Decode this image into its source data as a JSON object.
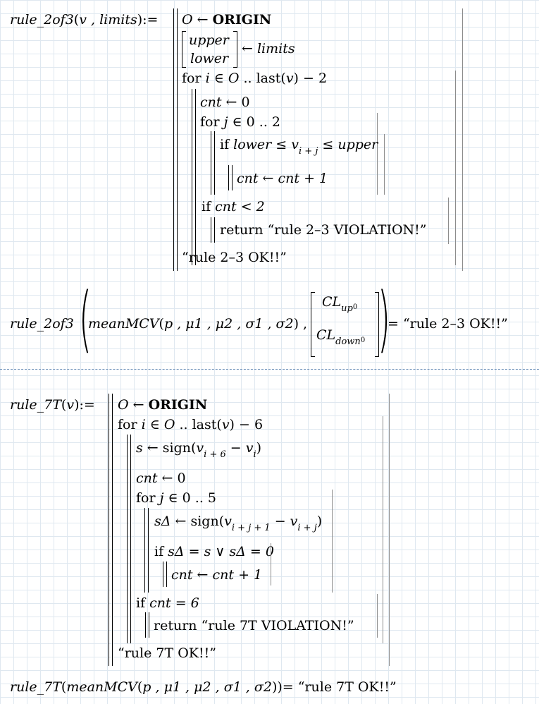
{
  "r23": {
    "fname": "rule_2of3",
    "params": "v , limits",
    "assign": ":=",
    "origin": "ORIGIN",
    "upper": "upper",
    "lower": "lower",
    "limits": "limits",
    "last_v": "last",
    "minus2": "− 2",
    "cnt0": "0",
    "range_j": "0 .. 2",
    "if_kw": "if",
    "for_kw": "for",
    "cnt_plus": "cnt + 1",
    "cnt_lt": "cnt < 2",
    "ret_kw": "return",
    "ret_str": "“rule 2–3 VIOLATION!”",
    "ok_str": "“rule 2–3 OK!!”"
  },
  "eval23": {
    "fname": "rule_2of3",
    "mean": "meanMCV",
    "args": "p , μ1 , μ2 , σ1 , σ2",
    "cl_up": "CL",
    "cl_up_sub": "up",
    "cl_down": "CL",
    "cl_down_sub": "down",
    "zero": "0",
    "result": "= “rule 2–3 OK!!”"
  },
  "r7": {
    "fname": "rule_7T",
    "param": "v",
    "assign": ":=",
    "origin": "ORIGIN",
    "last_v": "last",
    "minus6": "− 6",
    "sign_kw": "sign",
    "cnt0": "0",
    "range_j": "0 .. 5",
    "if_kw": "if",
    "for_kw": "for",
    "cond1": "sΔ = s ∨ sΔ = 0",
    "cnt_plus": "cnt + 1",
    "cnt_eq": "cnt = 6",
    "ret_kw": "return",
    "ret_str": "“rule 7T VIOLATION!”",
    "ok_str": "“rule 7T OK!!”"
  },
  "eval7": {
    "fname": "rule_7T",
    "mean": "meanMCV",
    "args": "p , μ1 , μ2 , σ1 , σ2",
    "result": "= “rule 7T OK!!”"
  }
}
